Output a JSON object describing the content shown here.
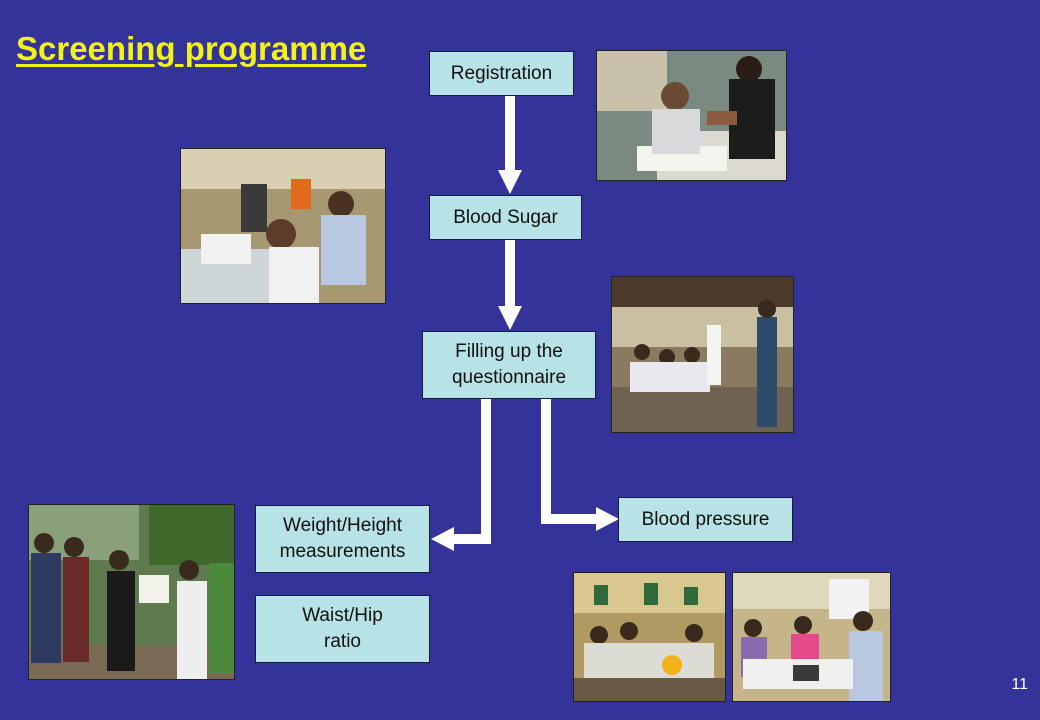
{
  "slide": {
    "title": "Screening programme",
    "page_number": "11"
  },
  "steps": {
    "registration": "Registration",
    "blood_sugar": "Blood Sugar",
    "questionnaire": "Filling up the\nquestionnaire",
    "weight_height": "Weight/Height\nmeasurements",
    "waist_hip": "Waist/Hip\nratio",
    "blood_pressure": "Blood pressure"
  },
  "colors": {
    "background": "#34339a",
    "title": "#f2f21a",
    "box": "#b8e3e6",
    "arrow": "#ffffff"
  }
}
